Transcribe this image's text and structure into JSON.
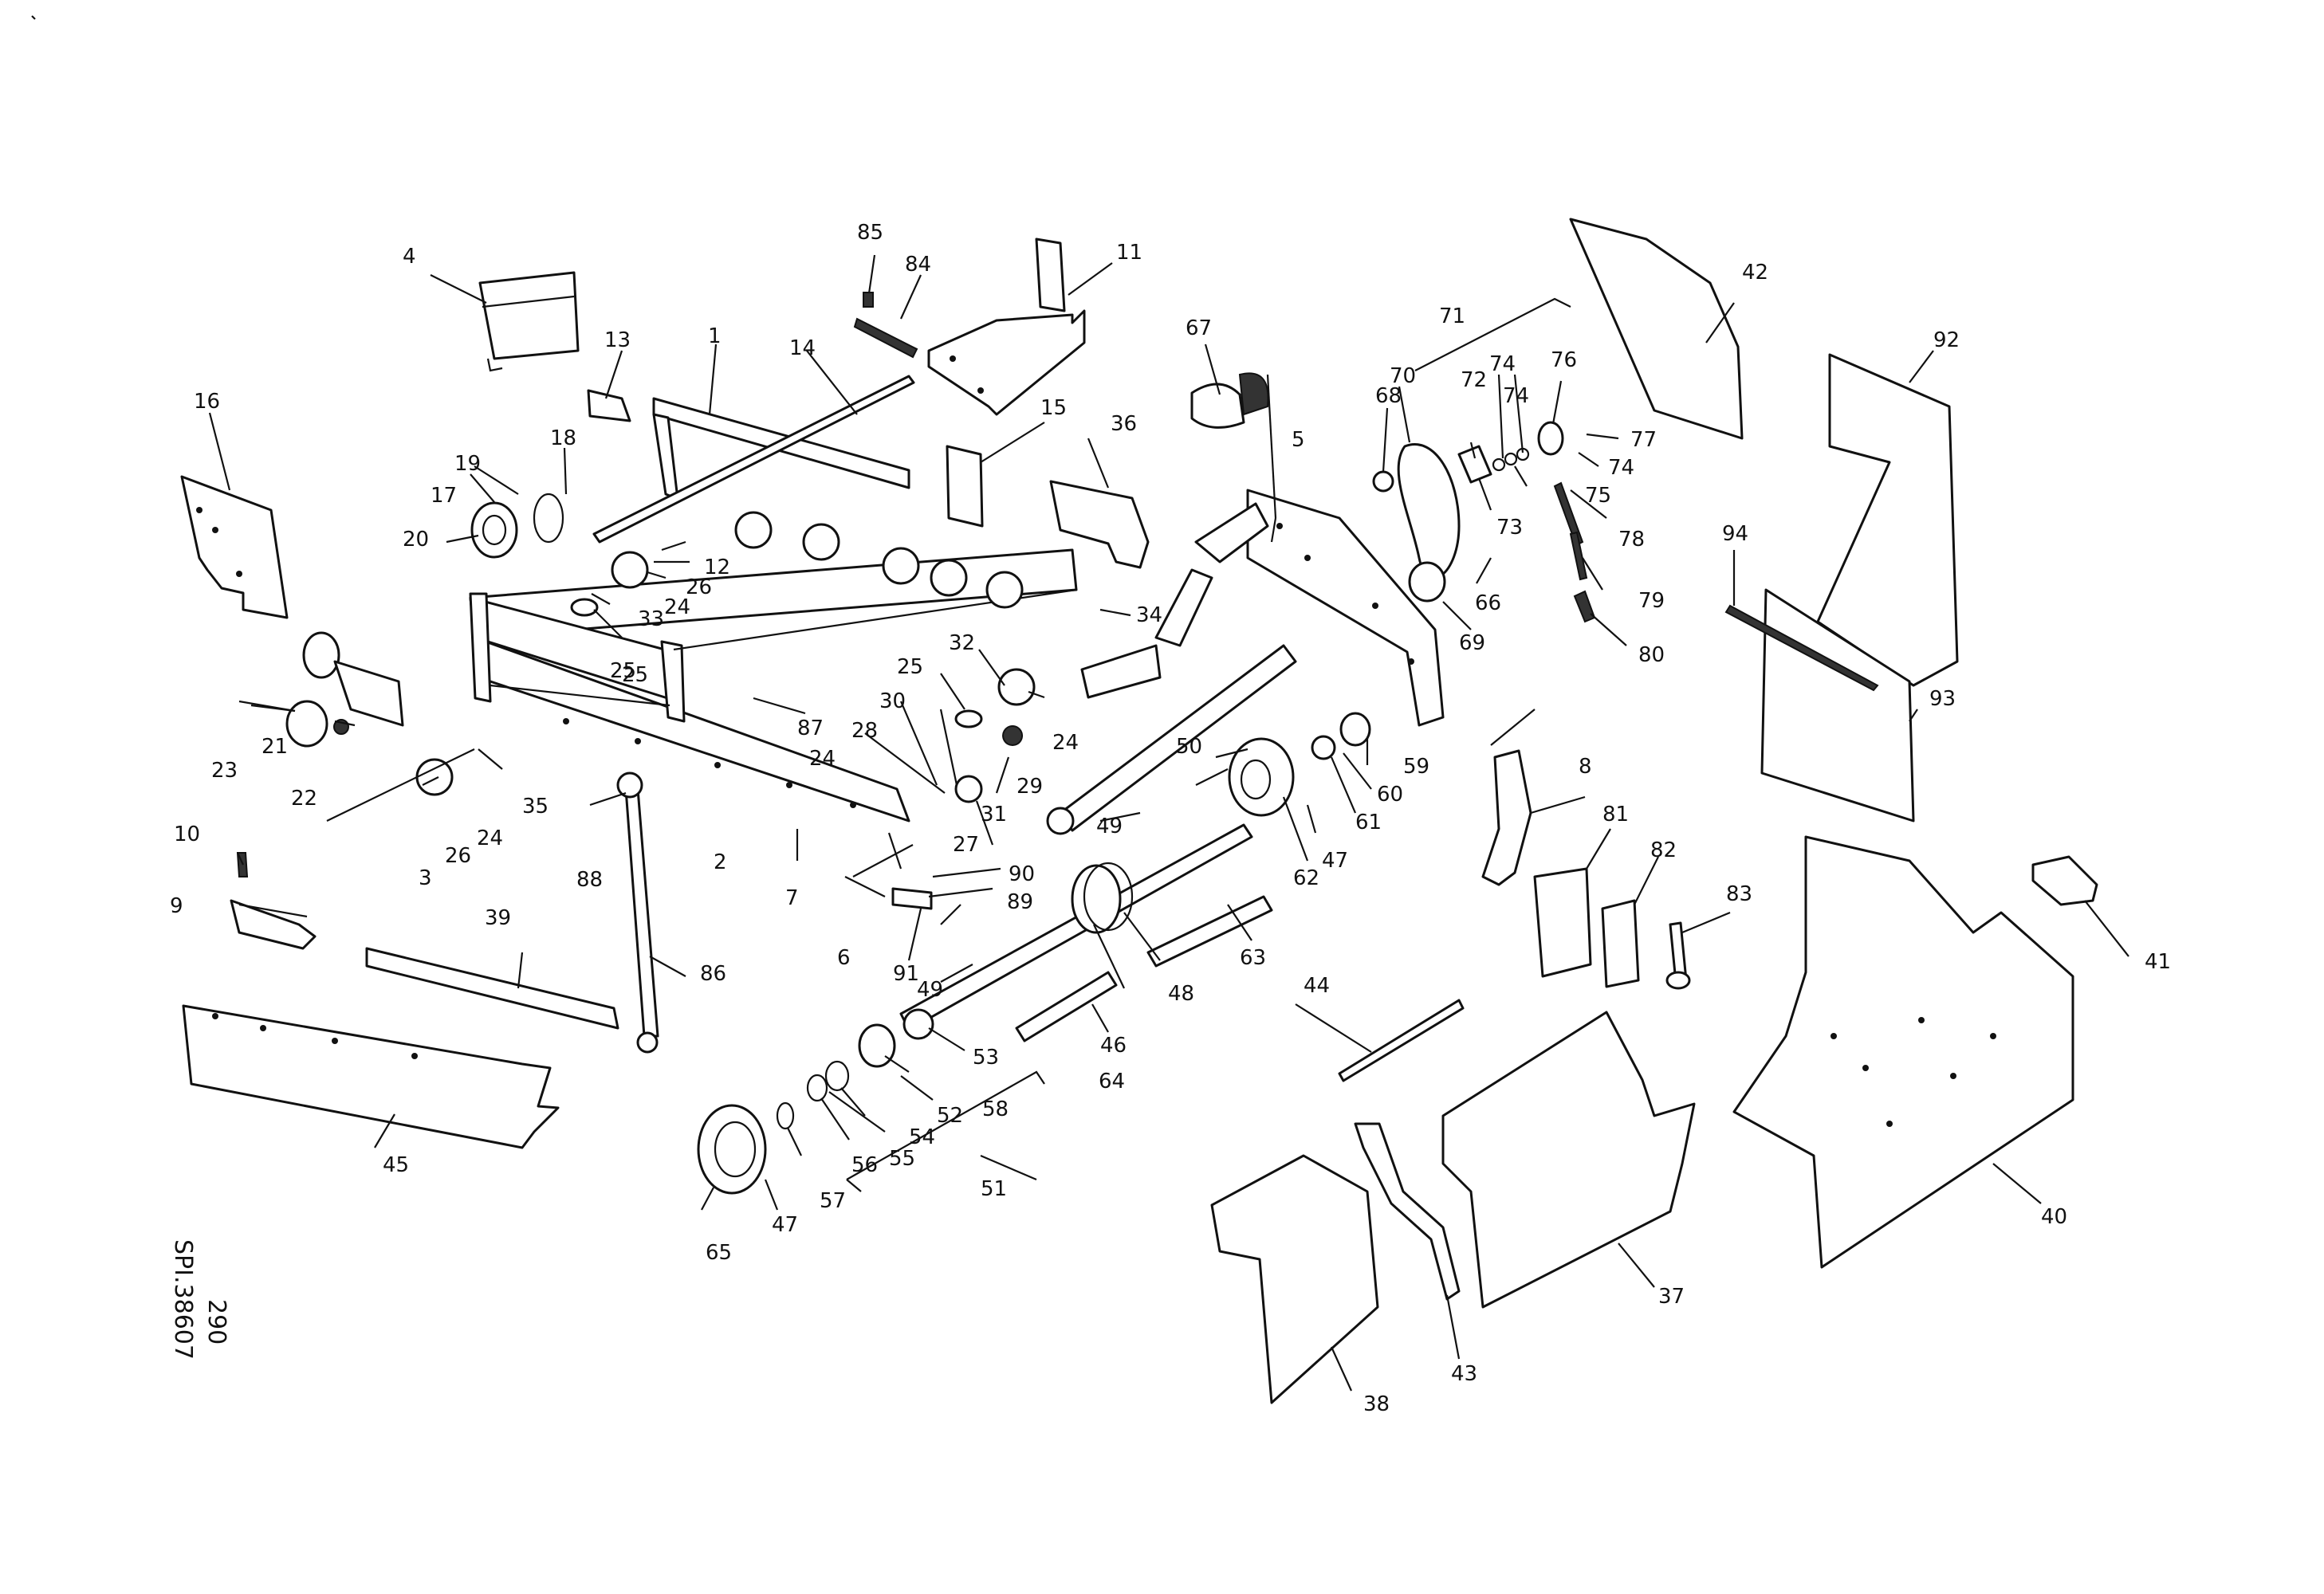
{
  "drawing": {
    "page_number": "290",
    "reference_code": "SPI.38607"
  },
  "callouts": [
    "1",
    "2",
    "3",
    "4",
    "5",
    "6",
    "7",
    "8",
    "9",
    "10",
    "11",
    "12",
    "13",
    "14",
    "15",
    "16",
    "17",
    "18",
    "19",
    "20",
    "21",
    "22",
    "23",
    "24",
    "25",
    "26",
    "27",
    "28",
    "29",
    "30",
    "31",
    "32",
    "33",
    "34",
    "35",
    "36",
    "37",
    "38",
    "39",
    "40",
    "41",
    "42",
    "43",
    "44",
    "45",
    "46",
    "47",
    "48",
    "49",
    "50",
    "51",
    "52",
    "53",
    "54",
    "55",
    "56",
    "57",
    "58",
    "59",
    "60",
    "61",
    "62",
    "63",
    "64",
    "65",
    "66",
    "67",
    "68",
    "69",
    "70",
    "71",
    "72",
    "73",
    "74",
    "75",
    "76",
    "77",
    "78",
    "79",
    "80",
    "81",
    "82",
    "83",
    "84",
    "85",
    "86",
    "87",
    "88",
    "89",
    "90",
    "91",
    "92",
    "93",
    "94"
  ],
  "repeated_callouts": {
    "24": [
      "24",
      "24",
      "24",
      "24"
    ],
    "25": [
      "25",
      "25",
      "25"
    ],
    "26": [
      "26",
      "26"
    ],
    "47": [
      "47",
      "47"
    ],
    "49": [
      "49",
      "49"
    ],
    "74": [
      "74",
      "74",
      "74"
    ]
  }
}
